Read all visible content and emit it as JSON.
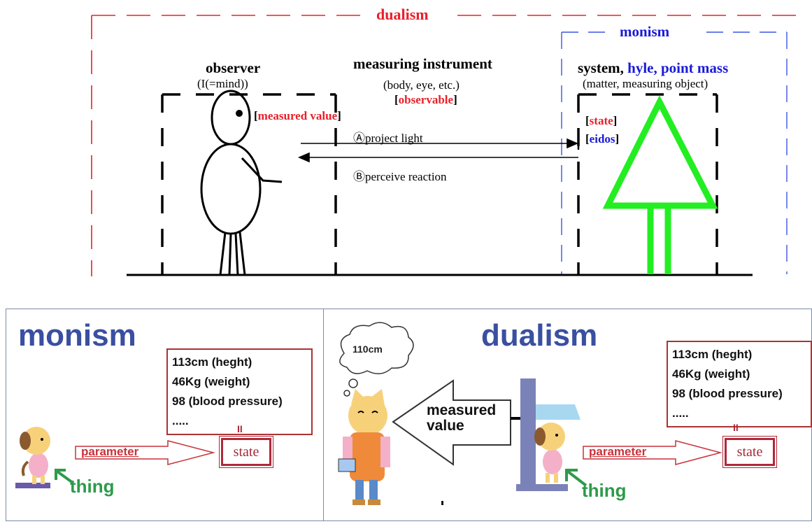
{
  "top": {
    "dualism_title": "dualism",
    "monism_title": "monism",
    "observer": {
      "title": "observer",
      "subtitle": "(I(=mind))",
      "measured_value_label": "measured value"
    },
    "instrument": {
      "title": "measuring instrument",
      "subtitle": "(body, eye, etc.)",
      "observable_label": "observable"
    },
    "system": {
      "title_black": "system,",
      "title_blue": "hyle, point mass",
      "subtitle": "(matter, measuring object)",
      "state_label": "state",
      "eidos_label": "eidos"
    },
    "arrows": {
      "project_light": "Ⓐproject light",
      "perceive_reaction": "Ⓑperceive reaction"
    }
  },
  "bottom_left": {
    "title": "monism",
    "measurements": [
      "113cm (heght)",
      "46Kg (weight)",
      "98 (blood pressure)",
      "....."
    ],
    "parameter_label": "parameter",
    "equals": "II",
    "state_label": "state",
    "thing_label": "thing"
  },
  "bottom_right": {
    "title": "dualism",
    "thought_bubble": "110cm",
    "measured_value_label": "measured value",
    "measurements": [
      "113cm (heght)",
      "46Kg (weight)",
      "98 (blood pressure)",
      "....."
    ],
    "parameter_label": "parameter",
    "equals": "II",
    "state_label": "state",
    "thing_label": "thing"
  },
  "colors": {
    "dualism_red": "#e8202a",
    "monism_blue": "#1a1ad8",
    "tree_green": "#22ee22",
    "panel_title": "#3a4fa0"
  }
}
